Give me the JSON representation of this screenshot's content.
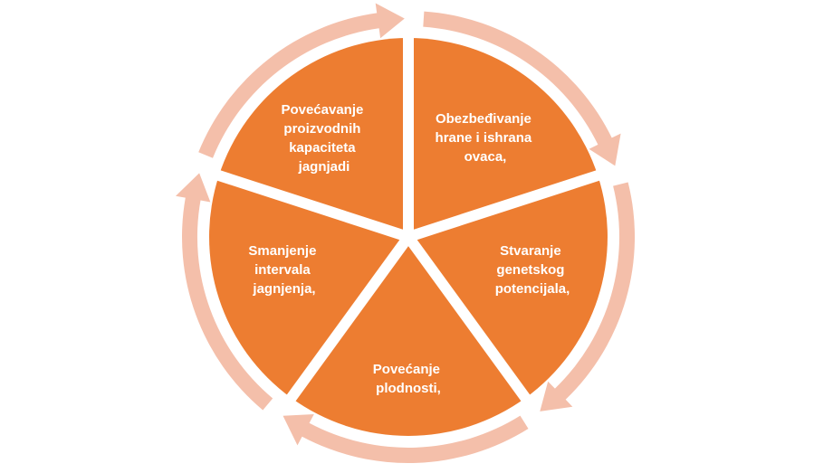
{
  "diagram": {
    "type": "cycle",
    "colors": {
      "segment_fill": "#ED7D31",
      "arrow_fill": "#F4BFAA",
      "divider": "#FFFFFF",
      "label_text": "#FFFFFF"
    },
    "segments": [
      {
        "lines": [
          "Obezbeđivanje",
          "hrane i ishrana",
          "ovaca,"
        ]
      },
      {
        "lines": [
          "Stvaranje",
          "genetskog",
          "potencijala,"
        ]
      },
      {
        "lines": [
          "Povećanje",
          "plodnosti,"
        ]
      },
      {
        "lines": [
          "Smanjenje",
          "intervala",
          "jagnjenja,"
        ]
      },
      {
        "lines": [
          "Povećavanje",
          "proizvodnih",
          "kapaciteta",
          "jagnjadi"
        ]
      }
    ]
  }
}
